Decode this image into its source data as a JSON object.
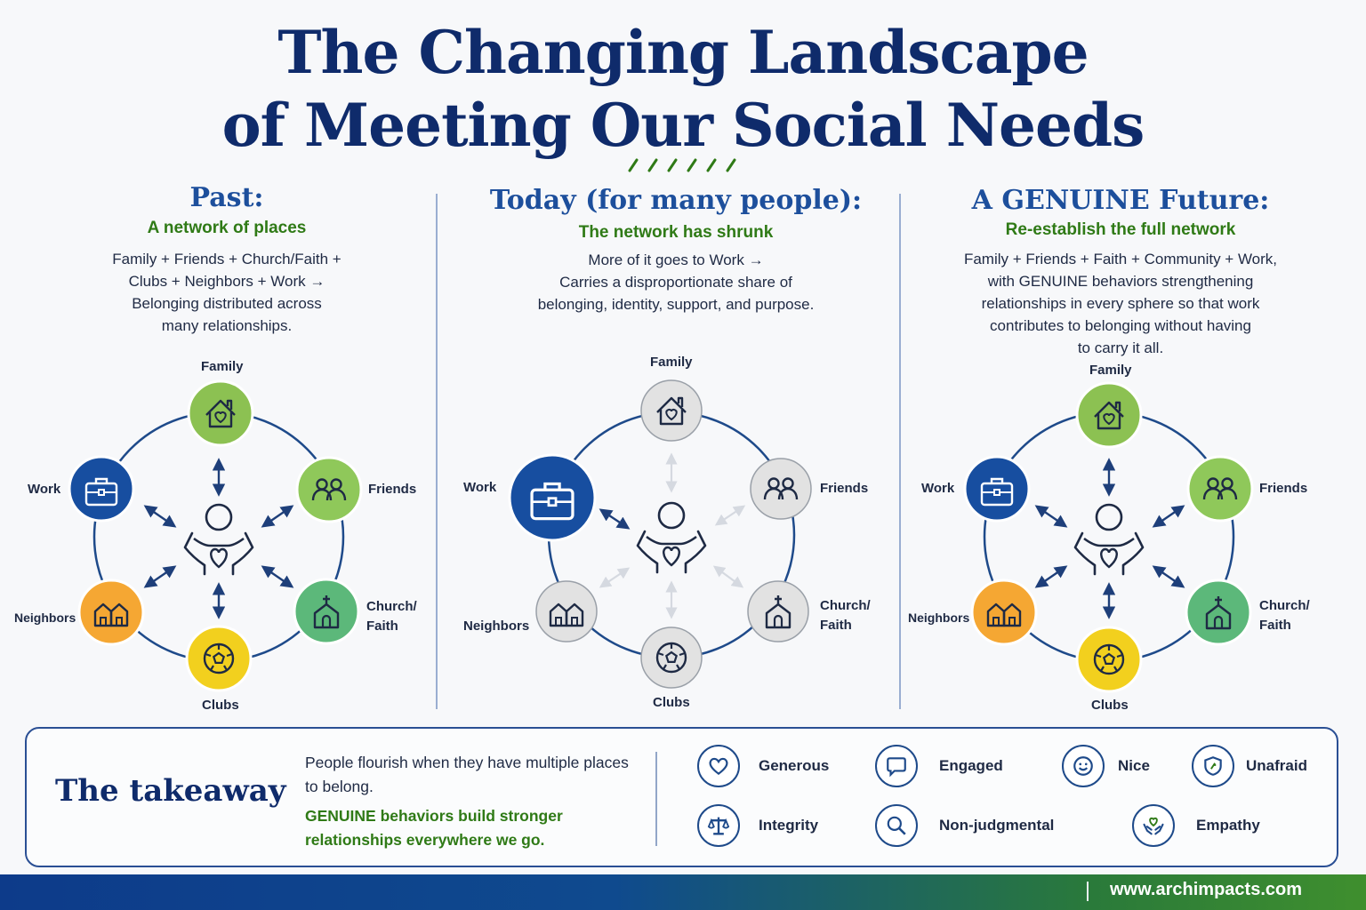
{
  "title_line1": "The Changing Landscape",
  "title_line2": "of Meeting Our Social Needs",
  "columns": [
    {
      "heading": "Past:",
      "subheading": "A network of places",
      "desc": [
        "Family + Friends + Church/Faith +",
        "Clubs + Neighbors + Work →",
        "Belonging distributed across",
        "many relationships."
      ],
      "labels": {
        "family": "Family",
        "friends": "Friends",
        "church": "Church/",
        "faith": "Faith",
        "clubs": "Clubs",
        "neighbors": "Neighbors",
        "work": "Work"
      }
    },
    {
      "heading": "Today (for many people):",
      "subheading": "The network has shrunk",
      "desc": [
        "More of it goes to Work →",
        "Carries a disproportionate share of",
        "belonging, identity, support, and purpose."
      ],
      "labels": {
        "family": "Family",
        "friends": "Friends",
        "church": "Church/",
        "faith": "Faith",
        "clubs": "Clubs",
        "neighbors": "Neighbors",
        "work": "Work"
      }
    },
    {
      "heading": "A GENUINE Future:",
      "subheading": "Re-establish the full network",
      "desc": [
        "Family + Friends + Faith + Community + Work,",
        "with GENUINE behaviors strengthening",
        "relationships in every sphere so that work",
        "contributes to belonging without having",
        "to carry it all."
      ],
      "labels": {
        "family": "Family",
        "friends": "Friends",
        "church": "Church/",
        "faith": "Faith",
        "clubs": "Clubs",
        "neighbors": "Neighbors",
        "work": "Work"
      }
    }
  ],
  "takeaway": {
    "title": "The takeaway",
    "text1": "People flourish when they have multiple places to belong.",
    "text2": "GENUINE behaviors build stronger relationships everywhere we go."
  },
  "behaviors": [
    {
      "label": "Generous",
      "icon": "heart-icon"
    },
    {
      "label": "Engaged",
      "icon": "chat-icon"
    },
    {
      "label": "Nice",
      "icon": "smile-icon"
    },
    {
      "label": "Unafraid",
      "icon": "shield-icon"
    },
    {
      "label": "Integrity",
      "icon": "scales-icon"
    },
    {
      "label": "Non-judgmental",
      "icon": "magnifier-icon"
    },
    {
      "label": "Empathy",
      "icon": "hands-heart-icon"
    }
  ],
  "footer": {
    "url": "www.archimpacts.com"
  },
  "colors": {
    "navy": "#0f2b6b",
    "blue": "#1d4f9c",
    "green_text": "#2f7a16",
    "family_green": "#8cc152",
    "friends_green": "#8fc85a",
    "church_green": "#5cb87a",
    "clubs_yellow": "#f2d01e",
    "neighbors_orange": "#f5a733",
    "work_blue": "#174ea0",
    "gray_node": "#dcdcdc"
  }
}
